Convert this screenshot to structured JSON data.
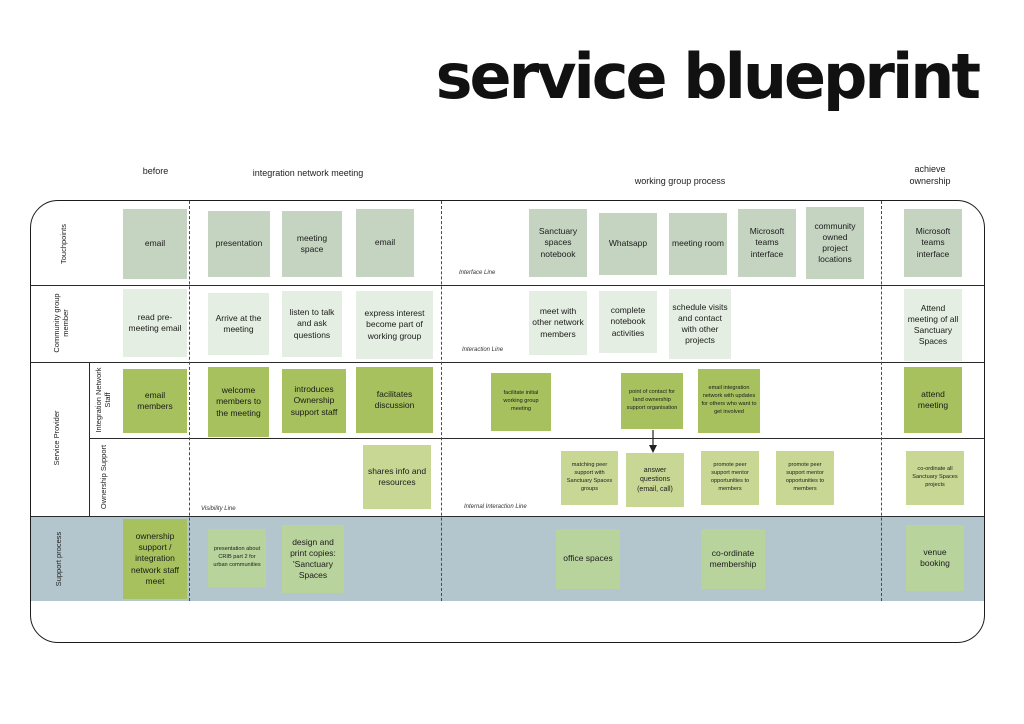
{
  "title": "service blueprint",
  "phases": {
    "before": "before",
    "integration": "integration network meeting",
    "working": "working group process",
    "achieve": "achieve ownership"
  },
  "row_labels": {
    "touchpoints": "Touchpoints",
    "community": "Community group member",
    "service_provider": "Service Provider",
    "integration_staff": "Integration Network Staff",
    "ownership_support": "Ownership Support",
    "support_process": "Support process"
  },
  "line_labels": {
    "interface": "Interface Line",
    "interaction": "Interaction Line",
    "visibility": "Visibility Line",
    "internal_interaction": "Internal Interaction Line"
  },
  "notes": {
    "touchpoints": [
      "email",
      "presentation",
      "meeting space",
      "email",
      "Sanctuary spaces notebook",
      "Whatsapp",
      "meeting room",
      "Microsoft teams interface",
      "community owned project locations",
      "Microsoft teams interface"
    ],
    "community": [
      "read pre-meeting email",
      "Arrive at the meeting",
      "listen to talk and ask questions",
      "express interest become part of working group",
      "meet with other network members",
      "complete notebook activities",
      "schedule visits and contact with other projects",
      "Attend meeting of all Sanctuary Spaces"
    ],
    "integration_staff": [
      "email members",
      "welcome members to the meeting",
      "introduces Ownership support staff",
      "facilitates discussion",
      "facilitate initial working group meeting",
      "point of contact for land ownership support organisation",
      "email integration network with updates for others who want to get involved",
      "attend meeting"
    ],
    "ownership_support": [
      "shares info and resources",
      "matching peer support with Sanctuary Spaces groups",
      "answer questions (email, call)",
      "promote peer support mentor opportunities to members",
      "promote peer support mentor opportunities to members",
      "co-ordinate all Sanctuary Spaces projects"
    ],
    "support_process": [
      "ownership support / integration network staff meet",
      "presentation about CRIB part 2 for urban communities",
      "design and print copies: 'Sanctuary Spaces",
      "office spaces",
      "co-ordinate membership",
      "venue booking"
    ]
  },
  "colors": {
    "touchpoint_note": "#c5d4c1",
    "community_note": "#e5eee2",
    "staff_note": "#a6c15d",
    "ownership_note": "#c9d795",
    "support_note": "#b9d39d",
    "support_band": "#b4c6cd"
  }
}
